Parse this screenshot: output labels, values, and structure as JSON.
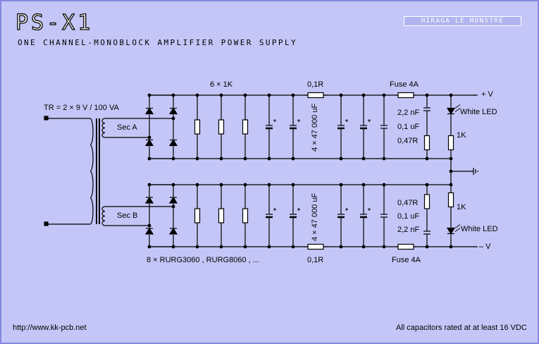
{
  "header": {
    "title": "PS-X1",
    "subtitle": "ONE CHANNEL-MONOBLOCK AMPLIFIER POWER SUPPLY",
    "badge": "HIRAGA LE MONSTRE"
  },
  "labels": {
    "transformer": "TR = 2 × 9 V / 100 VA",
    "sec_a": "Sec A",
    "sec_b": "Sec B",
    "resistors_top": "6 × 1K",
    "series_r_top": "0,1R",
    "series_r_bottom": "0,1R",
    "fuse_top": "Fuse 4A",
    "fuse_bottom": "Fuse 4A",
    "plus_v": "+ V",
    "minus_v": "– V",
    "caps_top": "4 × 47 000 uF",
    "caps_bottom": "4 × 47 000 uF",
    "cap_22nf_top": "2,2 nF",
    "cap_01uf_top": "0,1 uF",
    "cap_047r_top": "0,47R",
    "cap_047r_bottom": "0,47R",
    "cap_01uf_bottom": "0,1 uF",
    "cap_22nf_bottom": "2,2 nF",
    "led_top": "White LED",
    "led_bottom": "White LED",
    "led_r_top": "1K",
    "led_r_bottom": "1K",
    "diodes": "8 × RURG3060 , RURG8060 , ..."
  },
  "footer": {
    "url": "http://www.kk-pcb.net",
    "note": "All capacitors rated at at least 16 VDC"
  },
  "colors": {
    "background": "#c4c6f7",
    "border": "#8288e0",
    "wire": "#000000"
  }
}
